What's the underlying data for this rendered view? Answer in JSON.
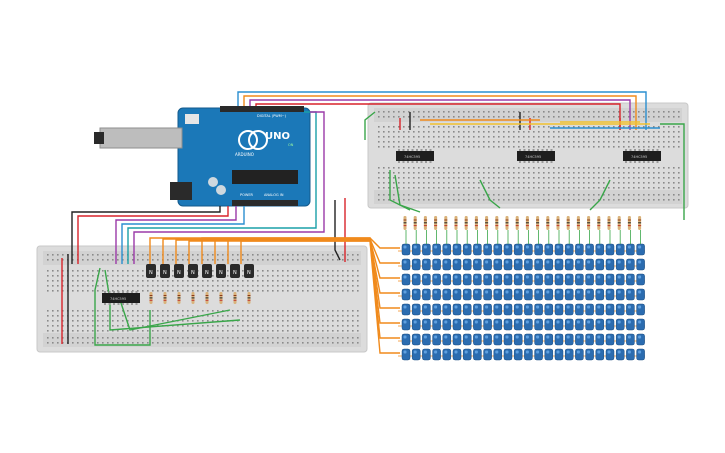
{
  "arduino": {
    "brand": "UNO",
    "logo_text": "ARDUINO",
    "digital_label": "DIGITAL (PWM~)",
    "analog_label": "ANALOG IN",
    "power_label": "POWER",
    "on_label": "ON"
  },
  "chips": {
    "label": "74HC595",
    "count_top": 3,
    "count_left": 1
  },
  "transistors": {
    "count": 8,
    "label": "N"
  },
  "resistors": {
    "top_count": 24,
    "left_count": 8
  },
  "led_matrix": {
    "rows": 8,
    "cols": 24,
    "color": "#2b6cb0"
  },
  "wire_colors": {
    "red": "#d8232a",
    "black": "#222222",
    "green": "#3aa64a",
    "orange": "#f08a1c",
    "blue": "#2a8fd0",
    "purple": "#9b3aa8",
    "yellow": "#f2c12e",
    "teal": "#1aa0a8"
  }
}
